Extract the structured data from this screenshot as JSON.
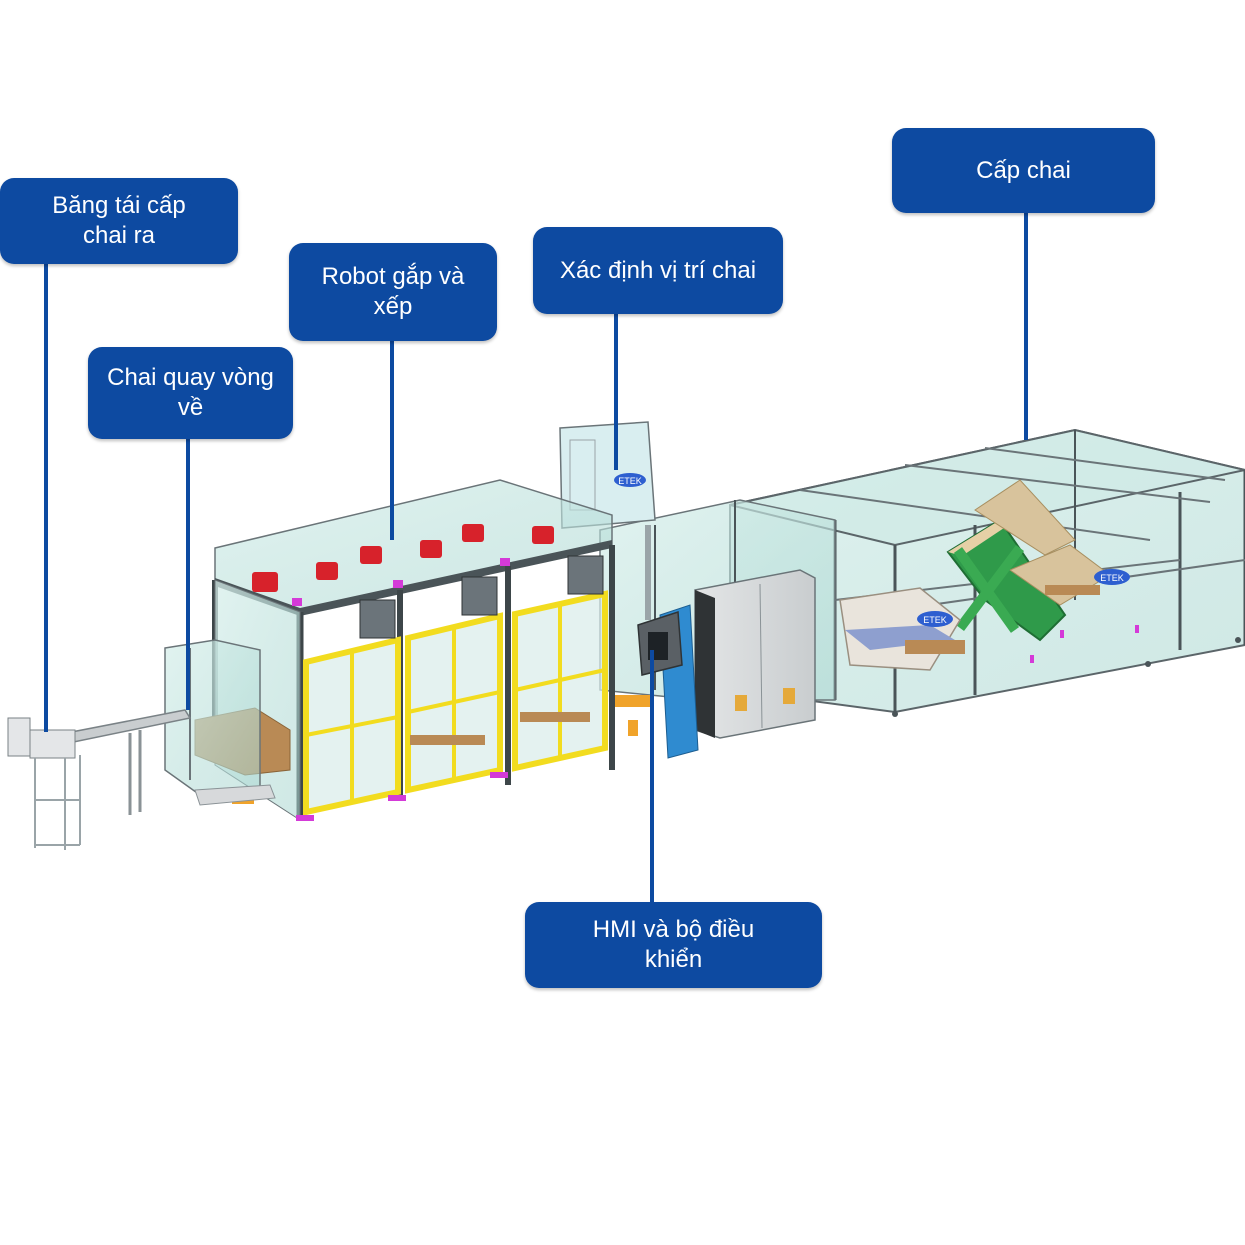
{
  "labels": {
    "output_conveyor": "Băng tái cấp chai ra",
    "robot": "Robot gắp và xếp",
    "return_loop": "Chai quay vòng về",
    "position_detect": "Xác định vị trí chai",
    "bottle_feed": "Cấp chai",
    "hmi": "HMI và bộ điều khiển"
  },
  "logos": {
    "brand_mark": "ETEK"
  },
  "colors": {
    "callout_fill": "#0d4aa1",
    "frame_dark": "#4a5458",
    "door_yellow": "#f2dc1f",
    "glass": "#bfe3df",
    "robot_red": "#d7222b",
    "cardboard": "#b98a55",
    "conveyor_green": "#2f9a4a",
    "accent_magenta": "#d43ad8"
  }
}
